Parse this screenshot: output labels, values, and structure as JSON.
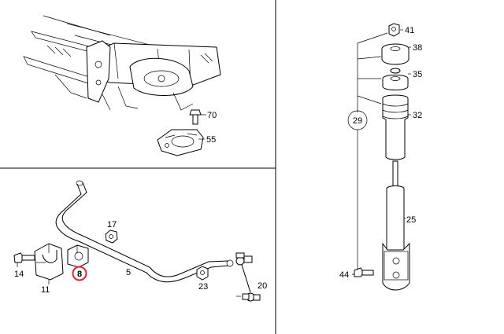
{
  "callouts": {
    "c41": "41",
    "c38": "38",
    "c35": "35",
    "c32": "32",
    "c29": "29",
    "c25": "25",
    "c44": "44",
    "c70": "70",
    "c55": "55",
    "c17": "17",
    "c14": "14",
    "c8": "8",
    "c5": "5",
    "c11": "11",
    "c23": "23",
    "c20": "20"
  },
  "colors": {
    "line": "#000000",
    "highlight": "#e8202a",
    "background": "#ffffff"
  }
}
